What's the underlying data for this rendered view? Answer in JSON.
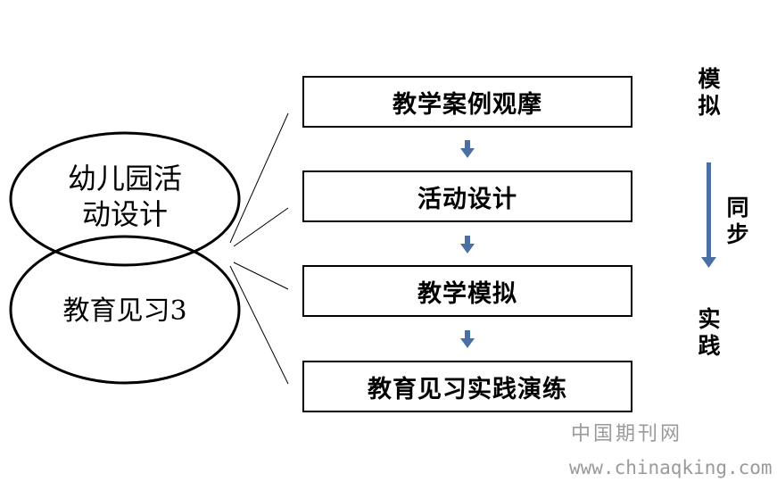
{
  "diagram": {
    "ovals": [
      {
        "label_line1": "幼儿园活",
        "label_line2": "动设计"
      },
      {
        "label": "教育见习3"
      }
    ],
    "steps": [
      "教学案例观摩",
      "活动设计",
      "教学模拟",
      "教育见习实践演练"
    ],
    "side_labels": {
      "top": [
        "模",
        "拟"
      ],
      "middle": [
        "同",
        "步"
      ],
      "bottom": [
        "实",
        "践"
      ]
    },
    "colors": {
      "arrow": "#4a6fa5",
      "stroke": "#000000",
      "watermark": "#9a9a9a"
    }
  },
  "watermark": {
    "line1": "中国期刊网",
    "line2": "www.chinaqking.com"
  }
}
